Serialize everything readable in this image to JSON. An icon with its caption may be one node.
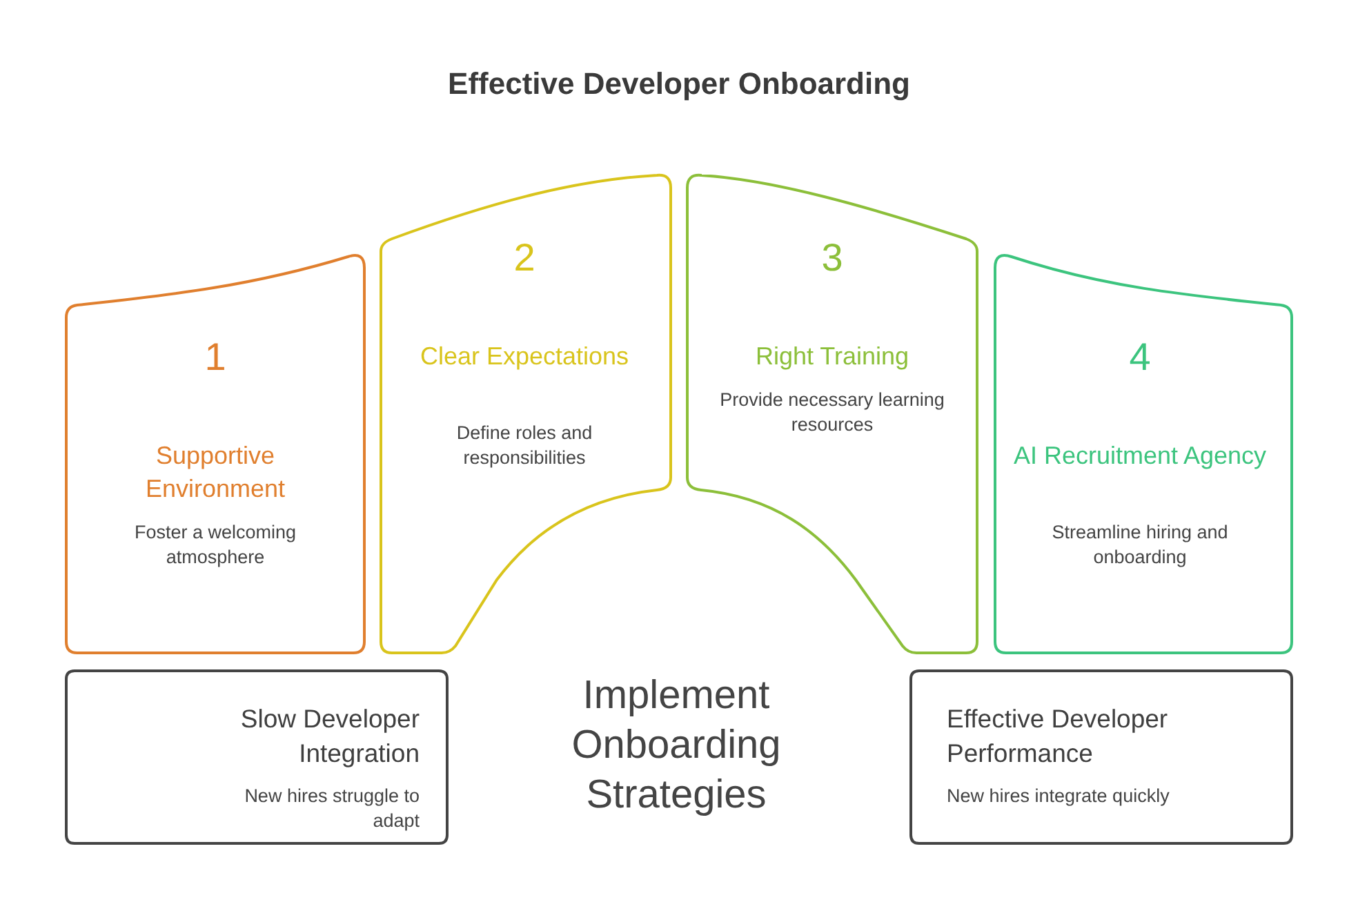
{
  "diagram": {
    "title": "Effective Developer Onboarding",
    "nodes": [
      {
        "text": [
          "1",
          "Supportive Environment",
          "Foster a welcoming atmosphere"
        ]
      },
      {
        "text": [
          "2",
          "Clear Expectations",
          "Define roles and responsibilities"
        ]
      },
      {
        "text": [
          "3",
          "Right Training",
          "Provide necessary learning resources"
        ]
      },
      {
        "text": [
          "4",
          "AI Recruitment Agency",
          "Streamline hiring and onboarding"
        ]
      },
      {
        "text": [
          "Slow Developer Integration",
          "New hires struggle to adapt"
        ]
      },
      {
        "text": [
          "Effective Developer Performance",
          "New hires integrate quickly"
        ]
      }
    ],
    "labels": [
      "Implement Onboarding Strategies"
    ]
  }
}
